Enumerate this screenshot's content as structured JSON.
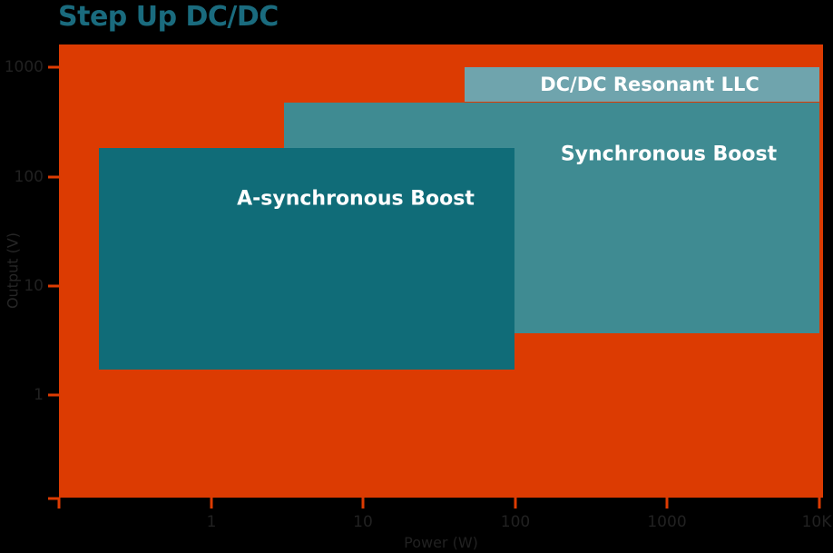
{
  "title": "Step Up DC/DC",
  "colors": {
    "page_background": "#000000",
    "plot_background": "#DC3B02",
    "title_text": "#1A6B7E",
    "tick_text": "#212121",
    "region_label_text": "#FFFFFF",
    "region_asynchronous_boost": "#106C78",
    "region_synchronous_boost": "#3F8B92",
    "region_dcdc_resonant_llc": "#6FA4AD"
  },
  "chart_data": {
    "type": "area",
    "subtype": "log-log-region-map",
    "title": "Step Up DC/DC",
    "xlabel": "Power (W)",
    "ylabel": "Output (V)",
    "xscale": "log",
    "yscale": "log",
    "xlim": [
      0.1,
      10000
    ],
    "ylim": [
      0.1,
      1700
    ],
    "x_ticks": [
      "1",
      "10",
      "100",
      "1000",
      "10K"
    ],
    "y_ticks": [
      "1000",
      "100",
      "10",
      "1"
    ],
    "grid": false,
    "legend": "labels-inside-regions",
    "series": [
      {
        "name": "A-synchronous Boost",
        "power_w_range": [
          0.2,
          100
        ],
        "output_v_range": [
          1.8,
          200
        ],
        "color": "#106C78"
      },
      {
        "name": "Synchronous Boost",
        "power_w_range": [
          3,
          10000
        ],
        "output_v_range": [
          3.5,
          500
        ],
        "color": "#3F8B92"
      },
      {
        "name": "DC/DC Resonant LLC",
        "power_w_range": [
          50,
          10000
        ],
        "output_v_range": [
          500,
          1000
        ],
        "color": "#6FA4AD"
      }
    ]
  }
}
